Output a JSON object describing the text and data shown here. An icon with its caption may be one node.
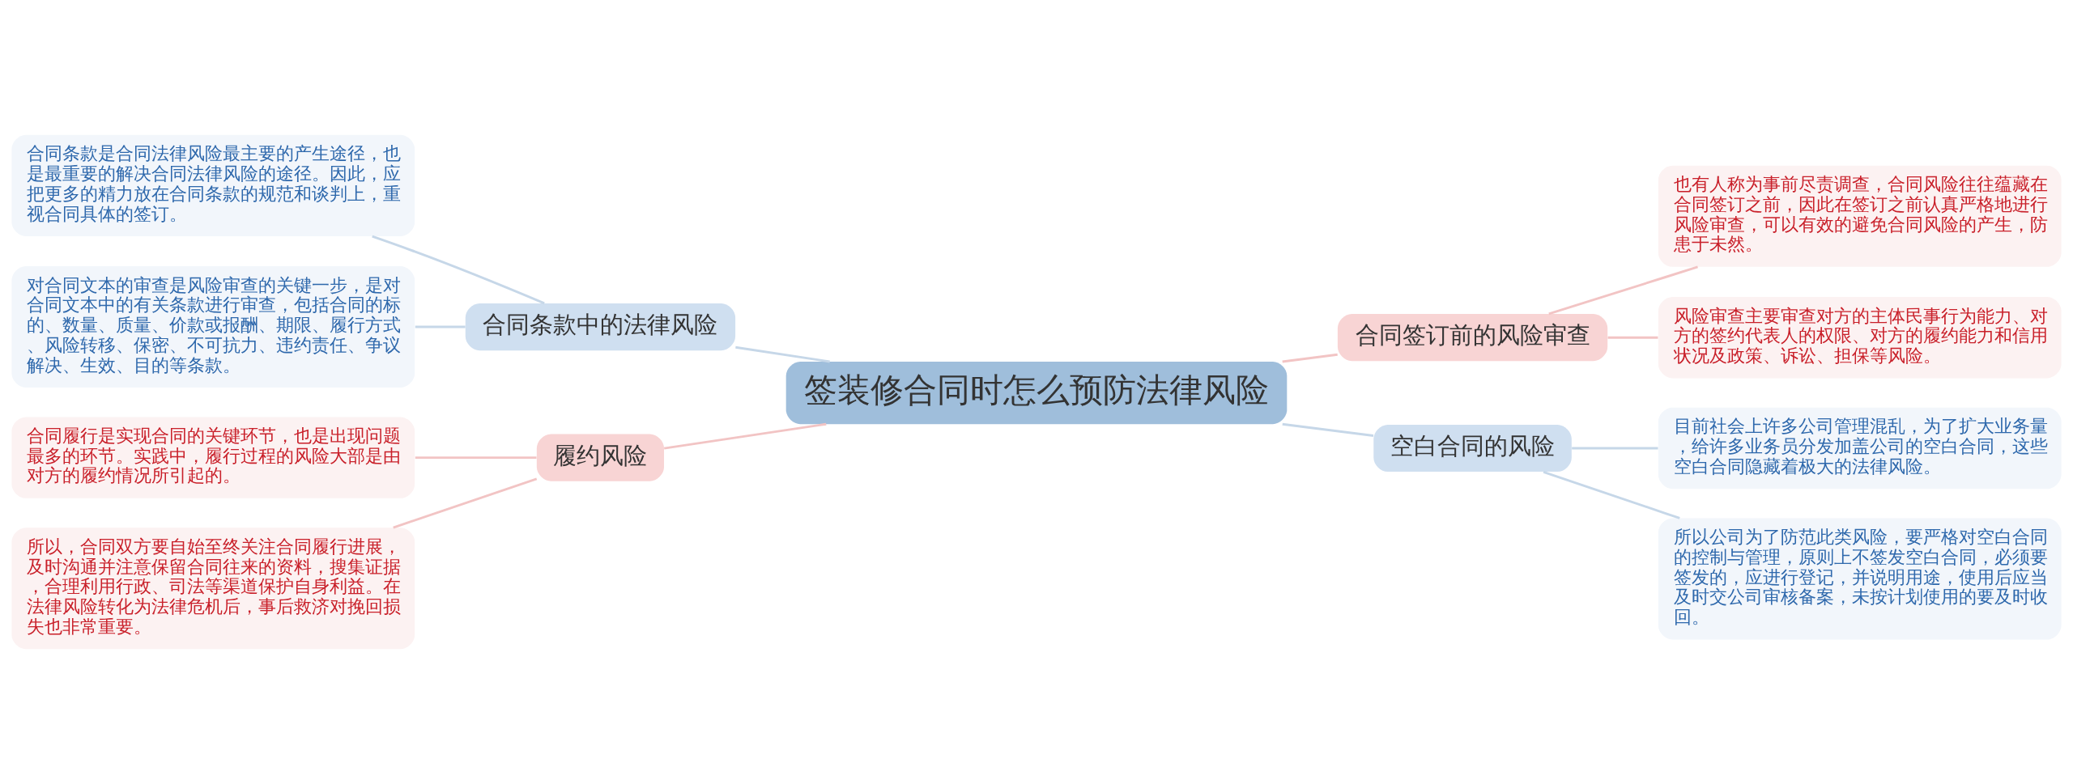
{
  "diagram": {
    "nodes": [
      {
        "text": [
          "签装修合同时怎么预防法律风险"
        ]
      },
      {
        "text": [
          "合同条款中的法律风险"
        ]
      },
      {
        "text": [
          "合同条款是合同法律风险最主要的产生途径，也是最重要的解决合同法律风险的途径。因此，应把更多的精力放在合同条款的规范和谈判上，重视合同具体的签订。"
        ]
      },
      {
        "text": [
          "对合同文本的审查是风险审查的关键一步，是对合同文本中的有关条款进行审查，包括合同的标的、数量、质量、价款或报酬、期限、履行方式、风险转移、保密、不可抗力、违约责任、争议解决、生效、目的等条款。"
        ]
      },
      {
        "text": [
          "履约风险"
        ]
      },
      {
        "text": [
          "合同履行是实现合同的关键环节，也是出现问题最多的环节。实践中，履行过程的风险大部是由对方的履约情况所引起的。"
        ]
      },
      {
        "text": [
          "所以，合同双方要自始至终关注合同履行进展，及时沟通并注意保留合同往来的资料，搜集证据，合理利用行政、司法等渠道保护自身利益。在法律风险转化为法律危机后，事后救济对挽回损失也非常重要。"
        ]
      },
      {
        "text": [
          "合同签订前的风险审查"
        ]
      },
      {
        "text": [
          "也有人称为事前尽责调查，合同风险往往蕴藏在合同签订之前，因此在签订之前认真严格地进行风险审查，可以有效的避免合同风险的产生，防患于未然。"
        ]
      },
      {
        "text": [
          "风险审查主要审查对方的主体民事行为能力、对方的签约代表人的权限、对方的履约能力和信用状况及政策、诉讼、担保等风险。"
        ]
      },
      {
        "text": [
          "空白合同的风险"
        ]
      },
      {
        "text": [
          "目前社会上许多公司管理混乱，为了扩大业务量，给许多业务员分发加盖公司的空白合同，这些空白合同隐藏着极大的法律风险。"
        ]
      },
      {
        "text": [
          "所以公司为了防范此类风险，要严格对空白合同的控制与管理，原则上不签发空白合同，必须要签发的，应进行登记，并说明用途，使用后应当及时交公司审核备案，未按计划使用的要及时收回。"
        ]
      }
    ],
    "edges": [
      {
        "from": 0,
        "to": 1,
        "arrow": "none"
      },
      {
        "from": 1,
        "to": 2,
        "arrow": "none"
      },
      {
        "from": 1,
        "to": 3,
        "arrow": "none"
      },
      {
        "from": 0,
        "to": 4,
        "arrow": "none",
        "color": "#f2c4c4"
      },
      {
        "from": 4,
        "to": 5,
        "arrow": "none",
        "color": "#f2c4c4"
      },
      {
        "from": 4,
        "to": 6,
        "arrow": "none",
        "color": "#f2c4c4"
      },
      {
        "from": 0,
        "to": 7,
        "arrow": "none",
        "color": "#f2c4c4"
      },
      {
        "from": 7,
        "to": 8,
        "arrow": "none",
        "color": "#f2c4c4"
      },
      {
        "from": 7,
        "to": 9,
        "arrow": "none",
        "color": "#f2c4c4"
      },
      {
        "from": 0,
        "to": 10,
        "arrow": "none"
      },
      {
        "from": 10,
        "to": 11,
        "arrow": "none"
      },
      {
        "from": 10,
        "to": 12,
        "arrow": "none"
      }
    ]
  }
}
